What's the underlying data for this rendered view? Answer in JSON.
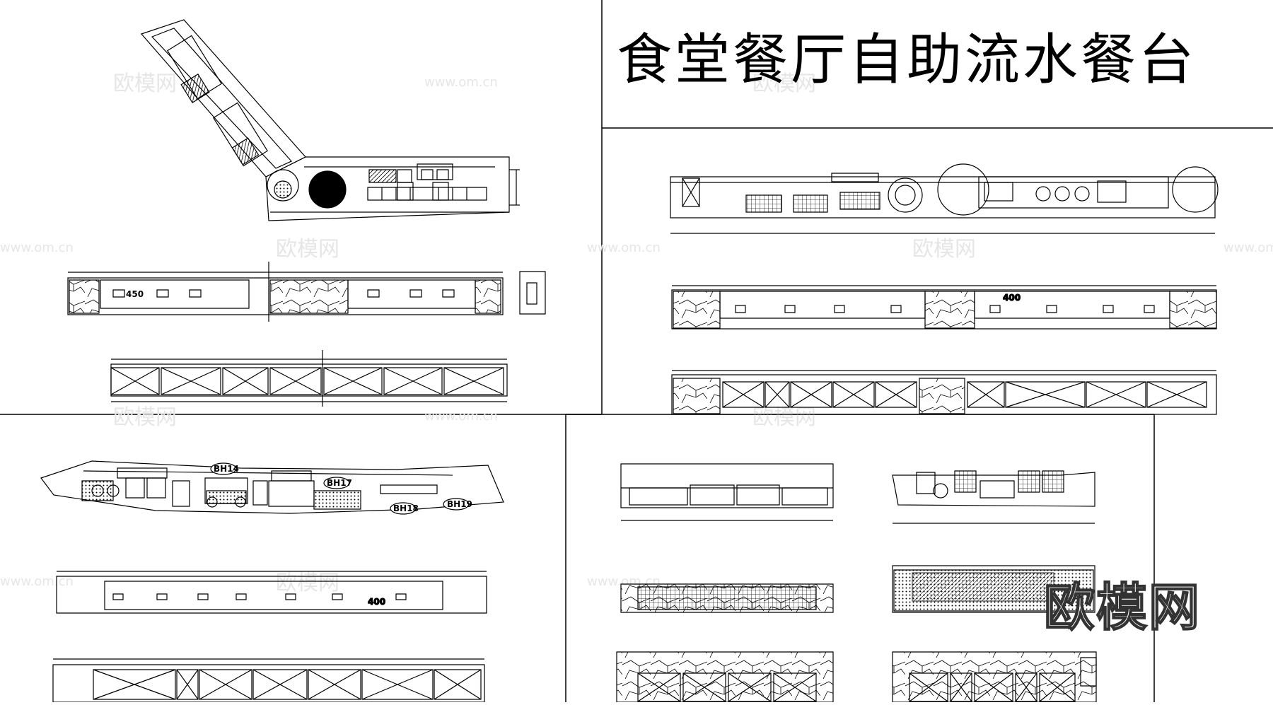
{
  "drawing": {
    "title": "食堂餐厅自助流水餐台",
    "tags": {
      "bh14": "BH14",
      "bh17": "BH17",
      "bh18": "BH18",
      "bh19": "BH19"
    },
    "dims": {
      "d1": "400",
      "d2": "450",
      "d3": "400"
    }
  },
  "watermark": {
    "brand": "欧模网",
    "url": "www.om.cn",
    "logo": "欧模网"
  }
}
